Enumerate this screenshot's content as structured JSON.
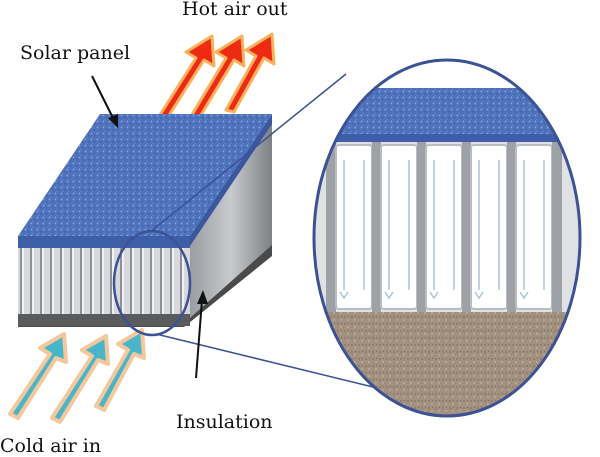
{
  "labels": {
    "hot_air_out": "Hot air out",
    "solar_panel": "Solar panel",
    "insulation": "Insulation",
    "cold_air_in": "Cold air in"
  },
  "colors": {
    "panel_blue": "#4f72bd",
    "panel_speckle": "#8aa7de",
    "channel_gray": "#c3c6ca",
    "insulation_dark": "#4a4a4a",
    "insulation_brown": "#a39180",
    "hot_arrow_fill": "#ef2a12",
    "hot_arrow_outline": "#f7b25c",
    "cold_arrow_fill": "#48b6c8",
    "cold_arrow_outline": "#f4c79c",
    "zoom_circle": "#3b5294",
    "pointer": "#111111"
  },
  "icons": {
    "hot_arrows": "hot-air-arrow",
    "cold_arrows": "cold-air-arrow",
    "zoom": "magnified-cross-section"
  }
}
